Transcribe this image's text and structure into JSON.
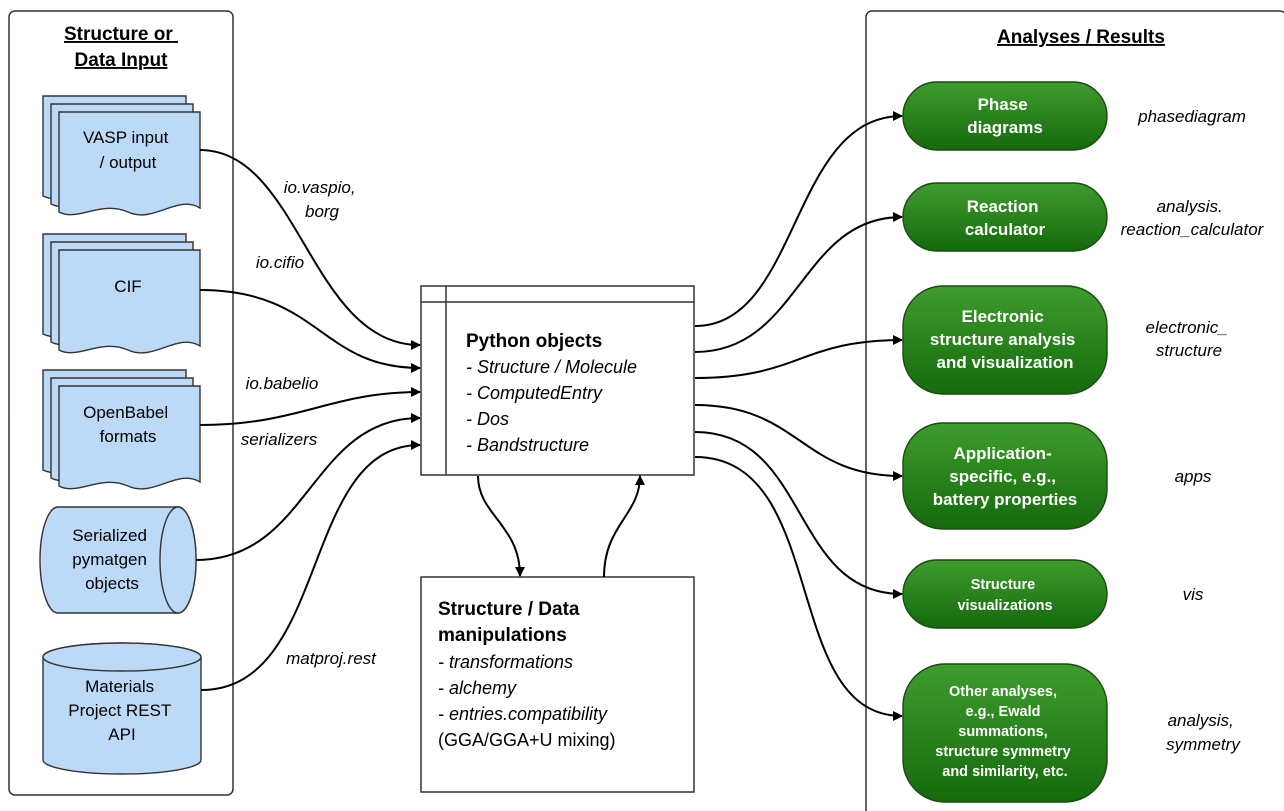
{
  "left_panel": {
    "title_lines": [
      "Structure or",
      "Data Input"
    ],
    "inputs": [
      {
        "lines": [
          "VASP input",
          "/ output"
        ],
        "shape": "stacked-document"
      },
      {
        "lines": [
          "CIF"
        ],
        "shape": "stacked-document"
      },
      {
        "lines": [
          "OpenBabel",
          "formats"
        ],
        "shape": "stacked-document"
      },
      {
        "lines": [
          "Serialized",
          "pymatgen",
          "objects"
        ],
        "shape": "horizontal-cylinder"
      },
      {
        "lines": [
          "Materials",
          "Project REST",
          "API"
        ],
        "shape": "vertical-cylinder"
      }
    ]
  },
  "input_edges": [
    {
      "label_lines": [
        "io.vaspio,",
        "borg"
      ]
    },
    {
      "label_lines": [
        "io.cifio"
      ]
    },
    {
      "label_lines": [
        "io.babelio"
      ]
    },
    {
      "label_lines": [
        "serializers"
      ]
    },
    {
      "label_lines": [
        "matproj.rest"
      ]
    }
  ],
  "center": {
    "title": "Python objects",
    "items": [
      "- Structure / Molecule",
      "- ComputedEntry",
      "- Dos",
      "- Bandstructure"
    ]
  },
  "manipulation": {
    "title_lines": [
      "Structure / Data",
      "manipulations"
    ],
    "items": [
      "- transformations",
      "- alchemy",
      "- entries.compatibility"
    ],
    "note": "(GGA/GGA+U mixing)"
  },
  "right_panel": {
    "title": "Analyses / Results",
    "outputs": [
      {
        "lines": [
          "Phase",
          "diagrams"
        ],
        "module_lines": [
          "phasediagram"
        ]
      },
      {
        "lines": [
          "Reaction",
          "calculator"
        ],
        "module_lines": [
          "analysis.",
          "reaction_calculator"
        ]
      },
      {
        "lines": [
          "Electronic",
          "structure analysis",
          "and visualization"
        ],
        "module_lines": [
          "electronic_",
          "structure"
        ]
      },
      {
        "lines": [
          "Application-",
          "specific, e.g.,",
          "battery properties"
        ],
        "module_lines": [
          "apps"
        ]
      },
      {
        "lines": [
          "Structure",
          "visualizations"
        ],
        "module_lines": [
          "vis"
        ]
      },
      {
        "lines": [
          "Other analyses,",
          "e.g., Ewald",
          "summations,",
          "structure symmetry",
          "and similarity, etc."
        ],
        "module_lines": [
          "analysis,",
          "symmetry"
        ]
      }
    ]
  },
  "colors": {
    "input_fill": "#bcdaf7",
    "output_fill_top": "#3f9c2e",
    "output_fill_bottom": "#156a0c",
    "output_text": "#ffffff"
  }
}
